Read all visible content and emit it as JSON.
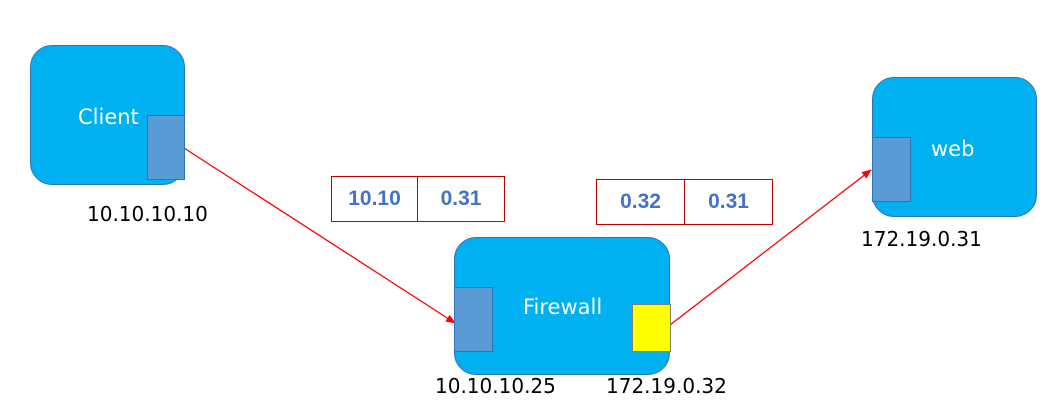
{
  "nodes": {
    "client": {
      "label": "Client",
      "ip": "10.10.10.10"
    },
    "firewall": {
      "label": "Firewall",
      "ip_left": "10.10.10.25",
      "ip_right": "172.19.0.32"
    },
    "web": {
      "label": "web",
      "ip": "172.19.0.31"
    }
  },
  "packets": {
    "inbound": {
      "src": "10.10",
      "dst": "0.31"
    },
    "outbound": {
      "src": "0.32",
      "dst": "0.31"
    }
  },
  "colors": {
    "node_fill": "#00b0f0",
    "port_fill": "#5b9bd5",
    "port_highlight": "#ffff00",
    "link": "#ff0000",
    "packet_border": "#c00000",
    "packet_text": "#4472c4"
  }
}
